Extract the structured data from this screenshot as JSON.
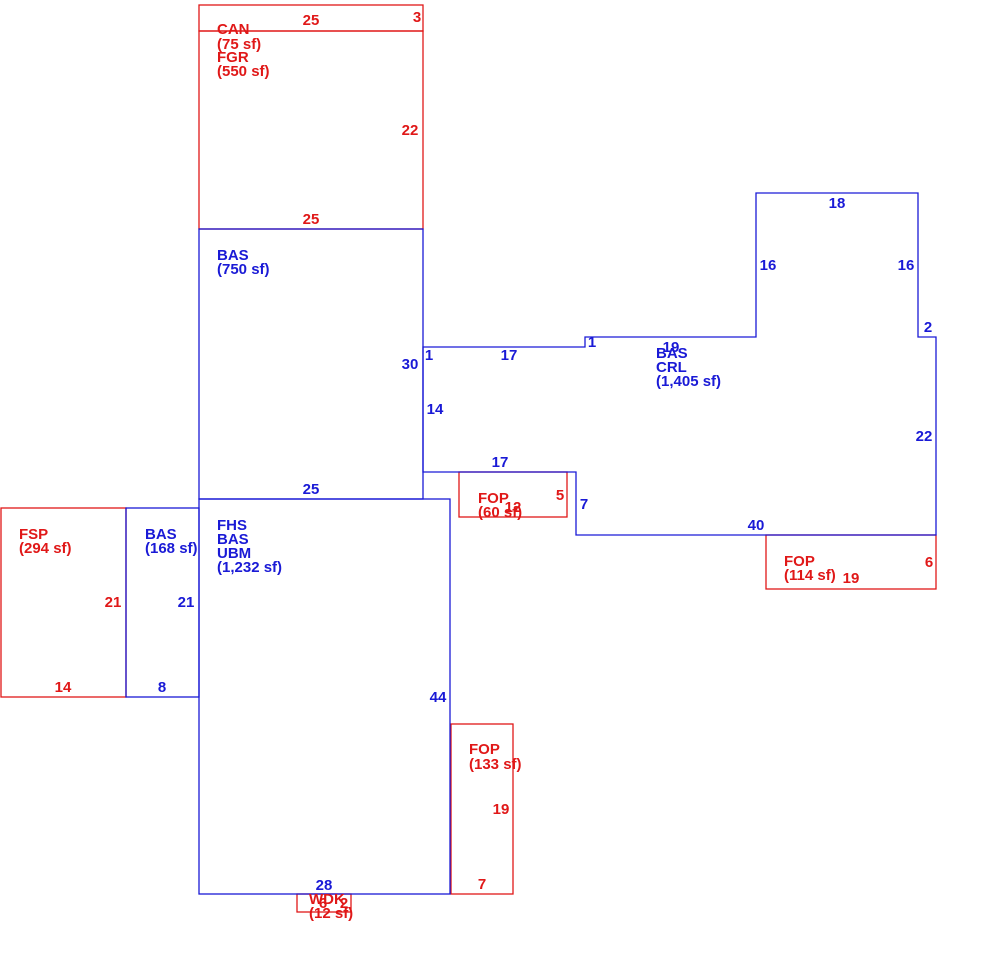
{
  "colors": {
    "blue": "#1a1ad6",
    "red": "#e01818"
  },
  "areas": {
    "can": {
      "code": "CAN",
      "area": "(75 sf)"
    },
    "fgr": {
      "code": "FGR",
      "area": "(550 sf)"
    },
    "bas_upper": {
      "code": "BAS",
      "area": "(750 sf)"
    },
    "bas_crl": {
      "code1": "BAS",
      "code2": "CRL",
      "area": "(1,405 sf)"
    },
    "fop_small": {
      "code": "FOP",
      "area": "(60 sf)"
    },
    "fop_right": {
      "code": "FOP",
      "area": "(114 sf)"
    },
    "fsp": {
      "code": "FSP",
      "area": "(294 sf)"
    },
    "bas_left": {
      "code": "BAS",
      "area": "(168 sf)"
    },
    "main": {
      "code1": "FHS",
      "code2": "BAS",
      "code3": "UBM",
      "area": "(1,232 sf)"
    },
    "fop_lower": {
      "code": "FOP",
      "area": "(133 sf)"
    },
    "wdk": {
      "code": "WDK",
      "area": "(12 sf)"
    }
  },
  "dims": {
    "can_top": "25",
    "can_side": "3",
    "fgr_side": "22",
    "fgr_bottom": "25",
    "bas_upper_side": "30",
    "bas_upper_bottom": "25",
    "crl_step_a": "1",
    "crl_top_left": "17",
    "crl_step_b": "1",
    "crl_top_mid": "19",
    "crl_bump_left": "16",
    "crl_bump_top": "18",
    "crl_bump_right": "16",
    "crl_step_right": "2",
    "crl_right": "22",
    "crl_bottom": "40",
    "crl_left_lower": "14",
    "crl_notch_top": "17",
    "crl_notch_side": "7",
    "fop_small_side": "5",
    "fop_small_bottom": "12",
    "fop_right_side": "6",
    "fop_right_bottom": "19",
    "fsp_side": "21",
    "fsp_bottom": "14",
    "bas_left_side": "21",
    "bas_left_bottom": "8",
    "main_side": "44",
    "main_bottom": "28",
    "fop_lower_side": "19",
    "fop_lower_bottom": "7",
    "wdk_side": "2",
    "wdk_bottom": "6"
  }
}
